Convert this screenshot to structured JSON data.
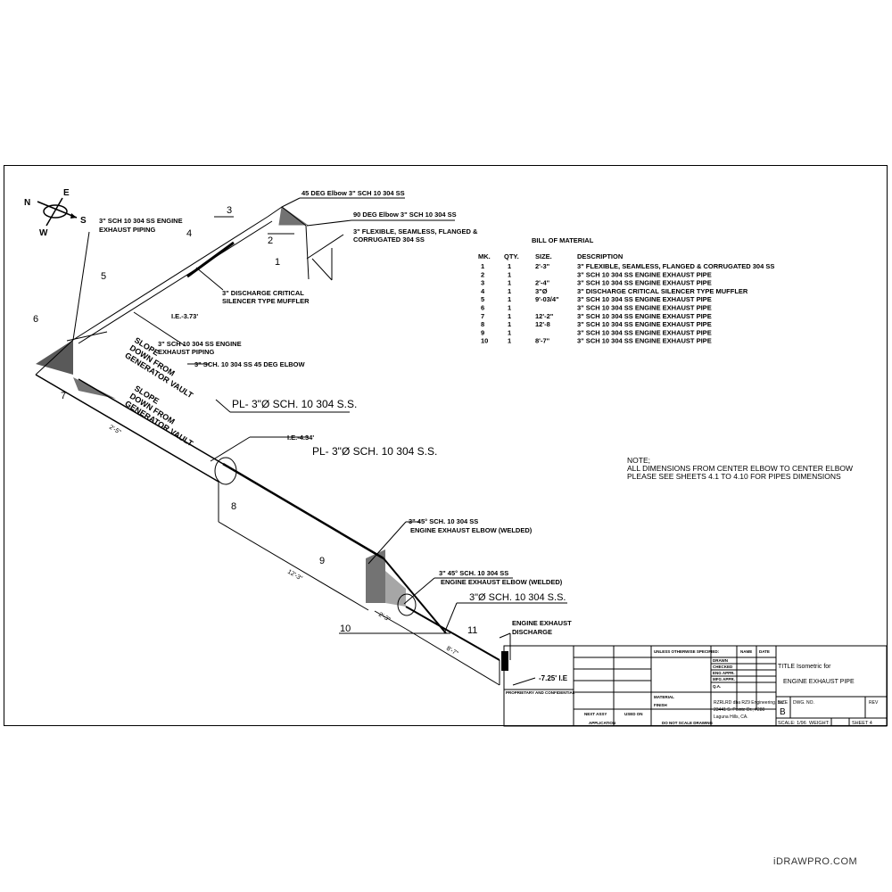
{
  "compass": {
    "north": "N",
    "east": "E",
    "south": "S",
    "west": "W"
  },
  "callouts": {
    "exhaust_piping_top": [
      "3\" SCH 10 304 SS ENGINE",
      "EXHAUST PIPING"
    ],
    "elbow_45_top": "45 DEG Elbow 3\" SCH 10 304 SS",
    "elbow_90_top": "90 DEG Elbow 3\" SCH 10 304 SS",
    "flexible": [
      "3\" FLEXIBLE, SEAMLESS, FLANGED &",
      "CORRUGATED 304 SS"
    ],
    "muffler": [
      "3\" DISCHARGE CRITICAL",
      "SILENCER TYPE MUFFLER"
    ],
    "ie_373": "I.E.-3.73'",
    "exhaust_piping_mid": [
      "3\" SCH 10 304 SS ENGINE",
      "EXHAUST PIPING"
    ],
    "elbow_45_mid": "3\" SCH. 10 304 SS 45 DEG ELBOW",
    "slope1": [
      "SLOPE",
      "DOWN FROM",
      "GENERATOR VAULT"
    ],
    "slope2": [
      "SLOPE",
      "DOWN FROM",
      "GENERATOR VAULT"
    ],
    "pl1": "PL- 3\"Ø SCH. 10 304 S.S.",
    "pl2": "PL- 3\"Ø SCH. 10 304 S.S.",
    "ie_434": "I.E.-4.34'",
    "welded1": [
      "3\" 45° SCH. 10 304 SS",
      "ENGINE EXHAUST ELBOW (WELDED)"
    ],
    "welded2": [
      "3\" 45° SCH. 10 304 SS",
      "ENGINE EXHAUST ELBOW (WELDED)"
    ],
    "pipe3": "3\"Ø SCH. 10 304 S.S.",
    "discharge": [
      "ENGINE EXHAUST",
      "DISCHARGE"
    ],
    "ie_725": "-7.25' I.E"
  },
  "marks": {
    "m1": "1",
    "m2": "2",
    "m3": "3",
    "m4": "4",
    "m5": "5",
    "m6": "6",
    "m7": "7",
    "m8": "8",
    "m9": "9",
    "m10": "10",
    "m11": "11"
  },
  "dims": {
    "d_12_3": "12'-3\"",
    "d_2_5": "2'-5\"",
    "d_2_3": "2'-3\"",
    "d_8_7": "8'-7\""
  },
  "bom": {
    "title": "BILL OF MATERIAL",
    "headers": [
      "MK.",
      "QTY.",
      "SIZE.",
      "DESCRIPTION"
    ],
    "rows": [
      [
        "1",
        "1",
        "2'-3\"",
        "3\" FLEXIBLE, SEAMLESS, FLANGED &   CORRUGATED 304 SS"
      ],
      [
        "2",
        "1",
        "",
        "3\" SCH 10 304 SS ENGINE EXHAUST PIPE"
      ],
      [
        "3",
        "1",
        "2'-4\"",
        "3\" SCH 10 304 SS ENGINE EXHAUST PIPE"
      ],
      [
        "4",
        "1",
        "3\"Ø",
        "3\" DISCHARGE CRITICAL SILENCER TYPE MUFFLER"
      ],
      [
        "5",
        "1",
        "9'-03/4\"",
        "3\" SCH 10 304 SS ENGINE EXHAUST PIPE"
      ],
      [
        "6",
        "1",
        "",
        "3\" SCH 10 304 SS ENGINE EXHAUST PIPE"
      ],
      [
        "7",
        "1",
        "12'-2\"",
        "3\" SCH 10 304 SS ENGINE EXHAUST PIPE"
      ],
      [
        "8",
        "1",
        "12'-8",
        "3\" SCH 10 304 SS ENGINE EXHAUST PIPE"
      ],
      [
        "9",
        "1",
        "",
        "3\" SCH 10 304 SS ENGINE EXHAUST PIPE"
      ],
      [
        "10",
        "1",
        "8'-7\"",
        "3\" SCH 10 304 SS ENGINE EXHAUST PIPE"
      ]
    ]
  },
  "note": {
    "heading": "NOTE;",
    "lines": [
      "ALL DIMENSIONS FROM CENTER ELBOW TO CENTER ELBOW",
      "PLEASE SEE SHEETS 4.1 TO 4.10 FOR PIPES DIMENSIONS"
    ]
  },
  "title_block": {
    "title_label": "TITLE Isometric for",
    "title": "ENGINE EXHAUST PIPE",
    "size_label": "SIZE",
    "size": "B",
    "dwg_label": "DWG. NO.",
    "rev_label": "REV",
    "scale": "SCALE: 1/96",
    "weight": "WEIGHT:",
    "sheet": "SHEET 4",
    "company": [
      "RZRLRD dba RZ9 Engineering, Inc.",
      "23441 S. Pointe Dr., #280",
      "Laguna Hills, CA."
    ],
    "rows_left": [
      "DRAWN",
      "CHECKED",
      "ENG APPR.",
      "MFG APPR.",
      "Q.A."
    ],
    "unless": "UNLESS OTHERWISE SPECIFIED:",
    "name_label": "NAME",
    "date_label": "DATE",
    "finish": "FINISH",
    "material": "MATERIAL",
    "next_assy": "NEXT ASSY",
    "used_on": "USED ON",
    "application": "APPLICATION",
    "do_not_scale": "DO NOT SCALE DRAWING",
    "proprietary": "PROPRIETARY AND CONFIDENTIAL"
  },
  "watermark": "iDRAWPRO.COM"
}
